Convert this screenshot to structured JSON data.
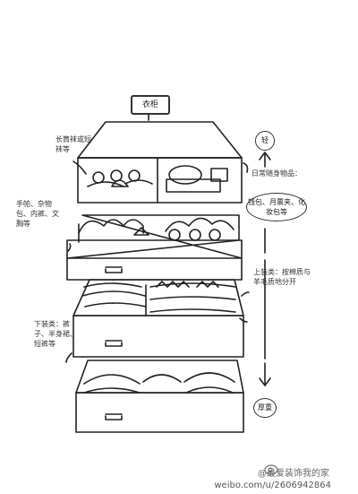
{
  "sign": "衣柜",
  "label_top_left": "长筒袜或短袜等",
  "label_mid_left": "手帕、杂物包、内裤、文胸等",
  "label_lower_right": "上装类：按棉质与羊毛质地分开",
  "label_lower_left": "下装类：裤子、半身裙、短裤等",
  "label_daily": "日常随身物品：",
  "bubble_text": "钱包、月票夹、化妆包等",
  "top_marker": "轻",
  "bottom_marker": "厚重",
  "watermark_name": "@最爱装饰我的家",
  "watermark_url": "weibo.com/u/2606942864",
  "icons": [
    "weibo-logo-icon",
    "up-arrow-icon",
    "down-arrow-icon"
  ]
}
